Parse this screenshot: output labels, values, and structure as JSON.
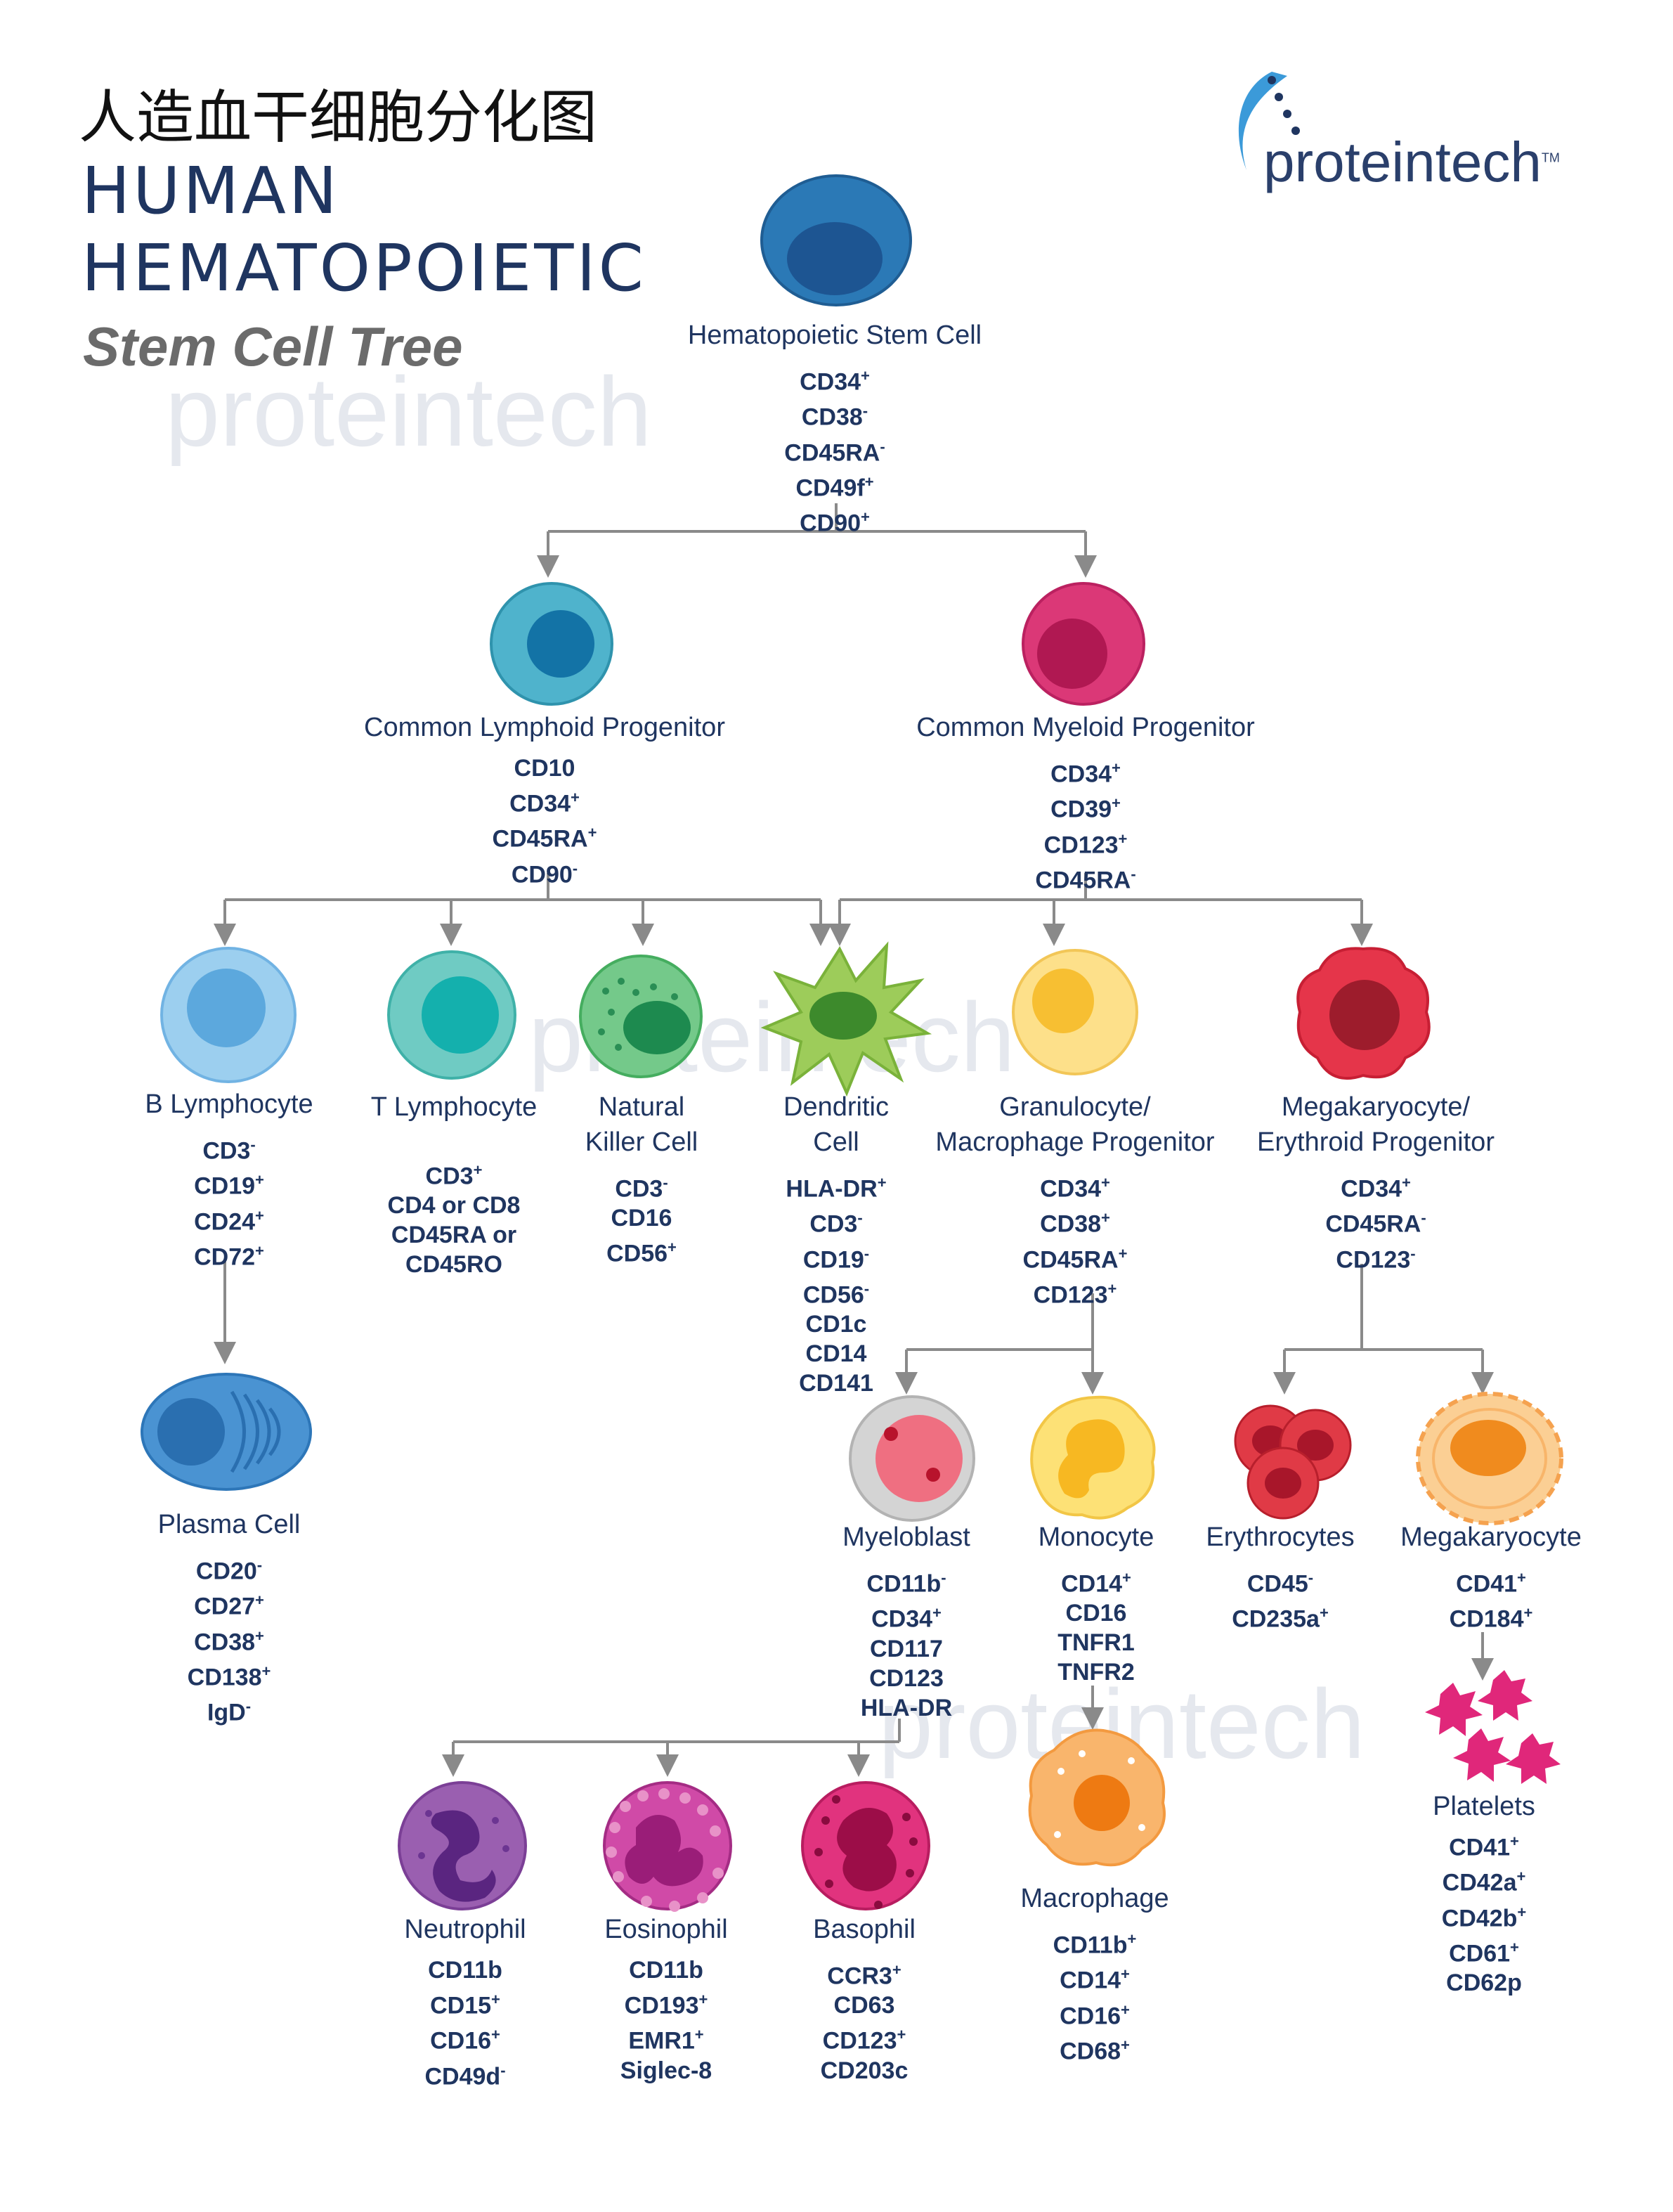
{
  "header": {
    "title_cn": "人造血干细胞分化图",
    "title_en_line1": "HUMAN",
    "title_en_line2": "HEMATOPOIETIC",
    "title_it": "Stem Cell Tree",
    "brand": "proteintech",
    "brand_tm": "TM"
  },
  "watermark": "proteintech",
  "colors": {
    "text_navy": "#1f3560",
    "arrow": "#8a8a8a",
    "brand_blue": "#2a7fc1"
  },
  "cells": {
    "hsc": {
      "name": "Hematopoietic Stem Cell",
      "markers": [
        [
          "CD34",
          "+"
        ],
        [
          "CD38",
          "-"
        ],
        [
          "CD45RA",
          "-"
        ],
        [
          "CD49f",
          "+"
        ],
        [
          "CD90",
          "+"
        ]
      ]
    },
    "clp": {
      "name": "Common Lymphoid Progenitor",
      "markers": [
        [
          "CD10",
          ""
        ],
        [
          "CD34",
          "+"
        ],
        [
          "CD45RA",
          "+"
        ],
        [
          "CD90",
          "-"
        ]
      ]
    },
    "cmp": {
      "name": "Common Myeloid Progenitor",
      "markers": [
        [
          "CD34",
          "+"
        ],
        [
          "CD39",
          "+"
        ],
        [
          "CD123",
          "+"
        ],
        [
          "CD45RA",
          "-"
        ]
      ]
    },
    "bcell": {
      "name": "B Lymphocyte",
      "markers": [
        [
          "CD3",
          "-"
        ],
        [
          "CD19",
          "+"
        ],
        [
          "CD24",
          "+"
        ],
        [
          "CD72",
          "+"
        ]
      ]
    },
    "tcell": {
      "name": "T Lymphocyte",
      "markers": [
        [
          "CD3",
          "+"
        ],
        [
          "CD4 or CD8",
          ""
        ],
        [
          "CD45RA or",
          ""
        ],
        [
          "CD45RO",
          ""
        ]
      ]
    },
    "nk": {
      "name_line1": "Natural",
      "name_line2": "Killer Cell",
      "markers": [
        [
          "CD3",
          "-"
        ],
        [
          "CD16",
          ""
        ],
        [
          "CD56",
          "+"
        ]
      ]
    },
    "dc": {
      "name_line1": "Dendritic",
      "name_line2": "Cell",
      "markers": [
        [
          "HLA-DR",
          "+"
        ],
        [
          "CD3",
          "-"
        ],
        [
          "CD19",
          "-"
        ],
        [
          "CD56",
          "-"
        ],
        [
          "CD1c",
          ""
        ],
        [
          "CD14",
          ""
        ],
        [
          "CD141",
          ""
        ]
      ]
    },
    "gmp": {
      "name_line1": "Granulocyte/",
      "name_line2": "Macrophage Progenitor",
      "markers": [
        [
          "CD34",
          "+"
        ],
        [
          "CD38",
          "+"
        ],
        [
          "CD45RA",
          "+"
        ],
        [
          "CD123",
          "+"
        ]
      ]
    },
    "mep": {
      "name_line1": "Megakaryocyte/",
      "name_line2": "Erythroid Progenitor",
      "markers": [
        [
          "CD34",
          "+"
        ],
        [
          "CD45RA",
          "-"
        ],
        [
          "CD123",
          "-"
        ]
      ]
    },
    "plasma": {
      "name": "Plasma Cell",
      "markers": [
        [
          "CD20",
          "-"
        ],
        [
          "CD27",
          "+"
        ],
        [
          "CD38",
          "+"
        ],
        [
          "CD138",
          "+"
        ],
        [
          "IgD",
          "-"
        ]
      ]
    },
    "myeloblast": {
      "name": "Myeloblast",
      "markers": [
        [
          "CD11b",
          "-"
        ],
        [
          "CD34",
          "+"
        ],
        [
          "CD117",
          ""
        ],
        [
          "CD123",
          ""
        ],
        [
          "HLA-DR",
          ""
        ]
      ]
    },
    "monocyte": {
      "name": "Monocyte",
      "markers": [
        [
          "CD14",
          "+"
        ],
        [
          "CD16",
          ""
        ],
        [
          "TNFR1",
          ""
        ],
        [
          "TNFR2",
          ""
        ]
      ]
    },
    "erythrocytes": {
      "name": "Erythrocytes",
      "markers": [
        [
          "CD45",
          "-"
        ],
        [
          "CD235a",
          "+"
        ]
      ]
    },
    "megakaryocyte": {
      "name": "Megakaryocyte",
      "markers": [
        [
          "CD41",
          "+"
        ],
        [
          "CD184",
          "+"
        ]
      ]
    },
    "platelets": {
      "name": "Platelets",
      "markers": [
        [
          "CD41",
          "+"
        ],
        [
          "CD42a",
          "+"
        ],
        [
          "CD42b",
          "+"
        ],
        [
          "CD61",
          "+"
        ],
        [
          "CD62p",
          ""
        ]
      ]
    },
    "macrophage": {
      "name": "Macrophage",
      "markers": [
        [
          "CD11b",
          "+"
        ],
        [
          "CD14",
          "+"
        ],
        [
          "CD16",
          "+"
        ],
        [
          "CD68",
          "+"
        ]
      ]
    },
    "neutrophil": {
      "name": "Neutrophil",
      "markers": [
        [
          "CD11b",
          ""
        ],
        [
          "CD15",
          "+"
        ],
        [
          "CD16",
          "+"
        ],
        [
          "CD49d",
          "-"
        ]
      ]
    },
    "eosinophil": {
      "name": "Eosinophil",
      "markers": [
        [
          "CD11b",
          ""
        ],
        [
          "CD193",
          "+"
        ],
        [
          "EMR1",
          "+"
        ],
        [
          "Siglec-8",
          ""
        ]
      ]
    },
    "basophil": {
      "name": "Basophil",
      "markers": [
        [
          "CCR3",
          "+"
        ],
        [
          "CD63",
          ""
        ],
        [
          "CD123",
          "+"
        ],
        [
          "CD203c",
          ""
        ]
      ]
    }
  }
}
